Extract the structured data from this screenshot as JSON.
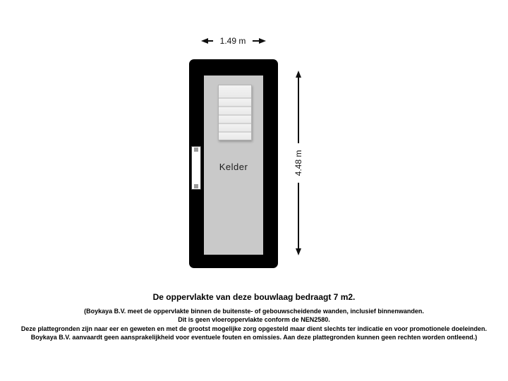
{
  "floorplan": {
    "room_label": "Kelder",
    "width_dimension": "1.49 m",
    "height_dimension": "4.48 m"
  },
  "footer": {
    "area_statement": "De oppervlakte van deze bouwlaag bedraagt 7 m2.",
    "disclaimer_lines": [
      "(Boykaya B.V. meet de oppervlakte binnen de buitenste- of gebouwscheidende wanden, inclusief binnenwanden.",
      "Dit is geen vloeroppervlakte conform de NEN2580.",
      "Deze plattegronden zijn naar eer en geweten en met de grootst mogelijke zorg opgesteld maar dient slechts ter indicatie en voor promotionele doeleinden.",
      "Boykaya B.V. aanvaardt geen aansprakelijkheid voor eventuele fouten en omissies. Aan deze plattegronden kunnen geen rechten worden ontleend.)"
    ]
  },
  "colors": {
    "wall": "#000000",
    "floor": "#c9c9c9",
    "stairs_fill": "#ededed",
    "background": "#ffffff"
  }
}
